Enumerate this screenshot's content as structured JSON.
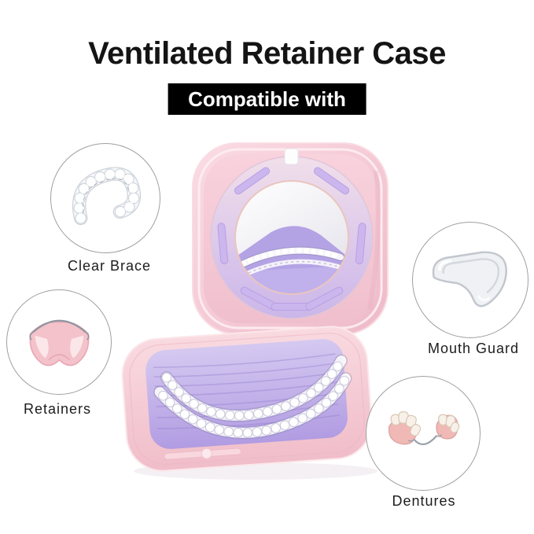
{
  "title": "Ventilated Retainer Case",
  "badge": {
    "label": "Compatible with"
  },
  "products": [
    {
      "id": "clear-brace",
      "label": "Clear Brace",
      "icon": "clear-brace-photo"
    },
    {
      "id": "retainers",
      "label": "Retainers",
      "icon": "retainers-photo"
    },
    {
      "id": "mouth-guard",
      "label": "Mouth Guard",
      "icon": "mouth-guard-photo"
    },
    {
      "id": "dentures",
      "label": "Dentures",
      "icon": "dentures-photo"
    }
  ],
  "center_product": {
    "icon": "retainer-case-photo",
    "description": "Open pink ventilated retainer case with mirror lid, purple vented bezel and lavender tray holding clear aligners"
  },
  "colors": {
    "background": "#FFFFFF",
    "case_pink": "#F2BFCC",
    "tray_lavender": "#B7A3E3",
    "vent_slot_purple": "#CDB7EE",
    "badge_bg": "#000000",
    "badge_text": "#FFFFFF",
    "title_text": "#141414",
    "label_text": "#1C1C1C",
    "circle_border": "#A0A0A0"
  }
}
